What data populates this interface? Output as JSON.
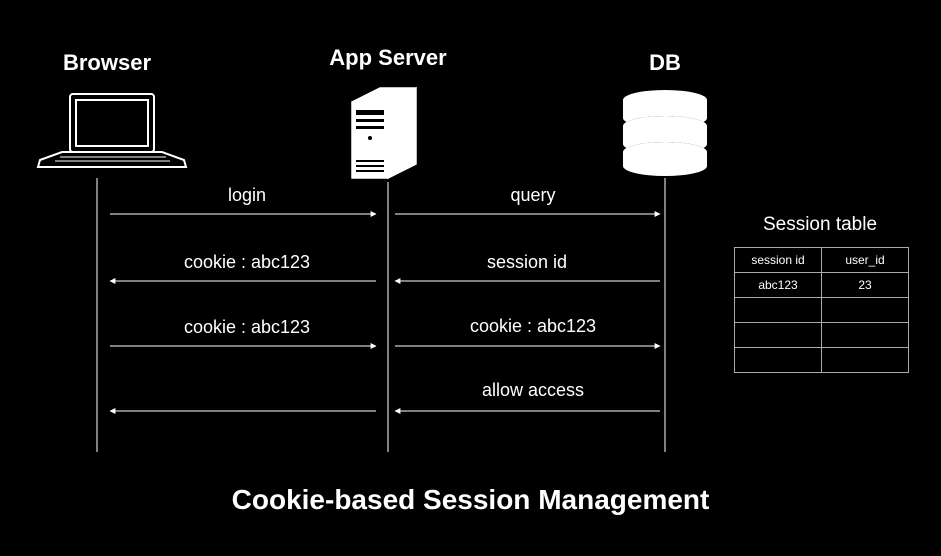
{
  "actors": {
    "browser": "Browser",
    "app_server": "App Server",
    "db": "DB"
  },
  "messages": [
    {
      "label": "login"
    },
    {
      "label": "query"
    },
    {
      "label": "cookie : abc123"
    },
    {
      "label": "session id"
    },
    {
      "label": "cookie : abc123"
    },
    {
      "label": "cookie : abc123"
    },
    {
      "label": "allow access"
    }
  ],
  "session_table": {
    "title": "Session table",
    "headers": [
      "session id",
      "user_id"
    ],
    "rows": [
      [
        "abc123",
        "23"
      ],
      [
        "",
        ""
      ],
      [
        "",
        ""
      ],
      [
        "",
        ""
      ]
    ]
  },
  "title": "Cookie-based Session Management",
  "colors": {
    "background": "#000000",
    "foreground": "#ffffff"
  }
}
